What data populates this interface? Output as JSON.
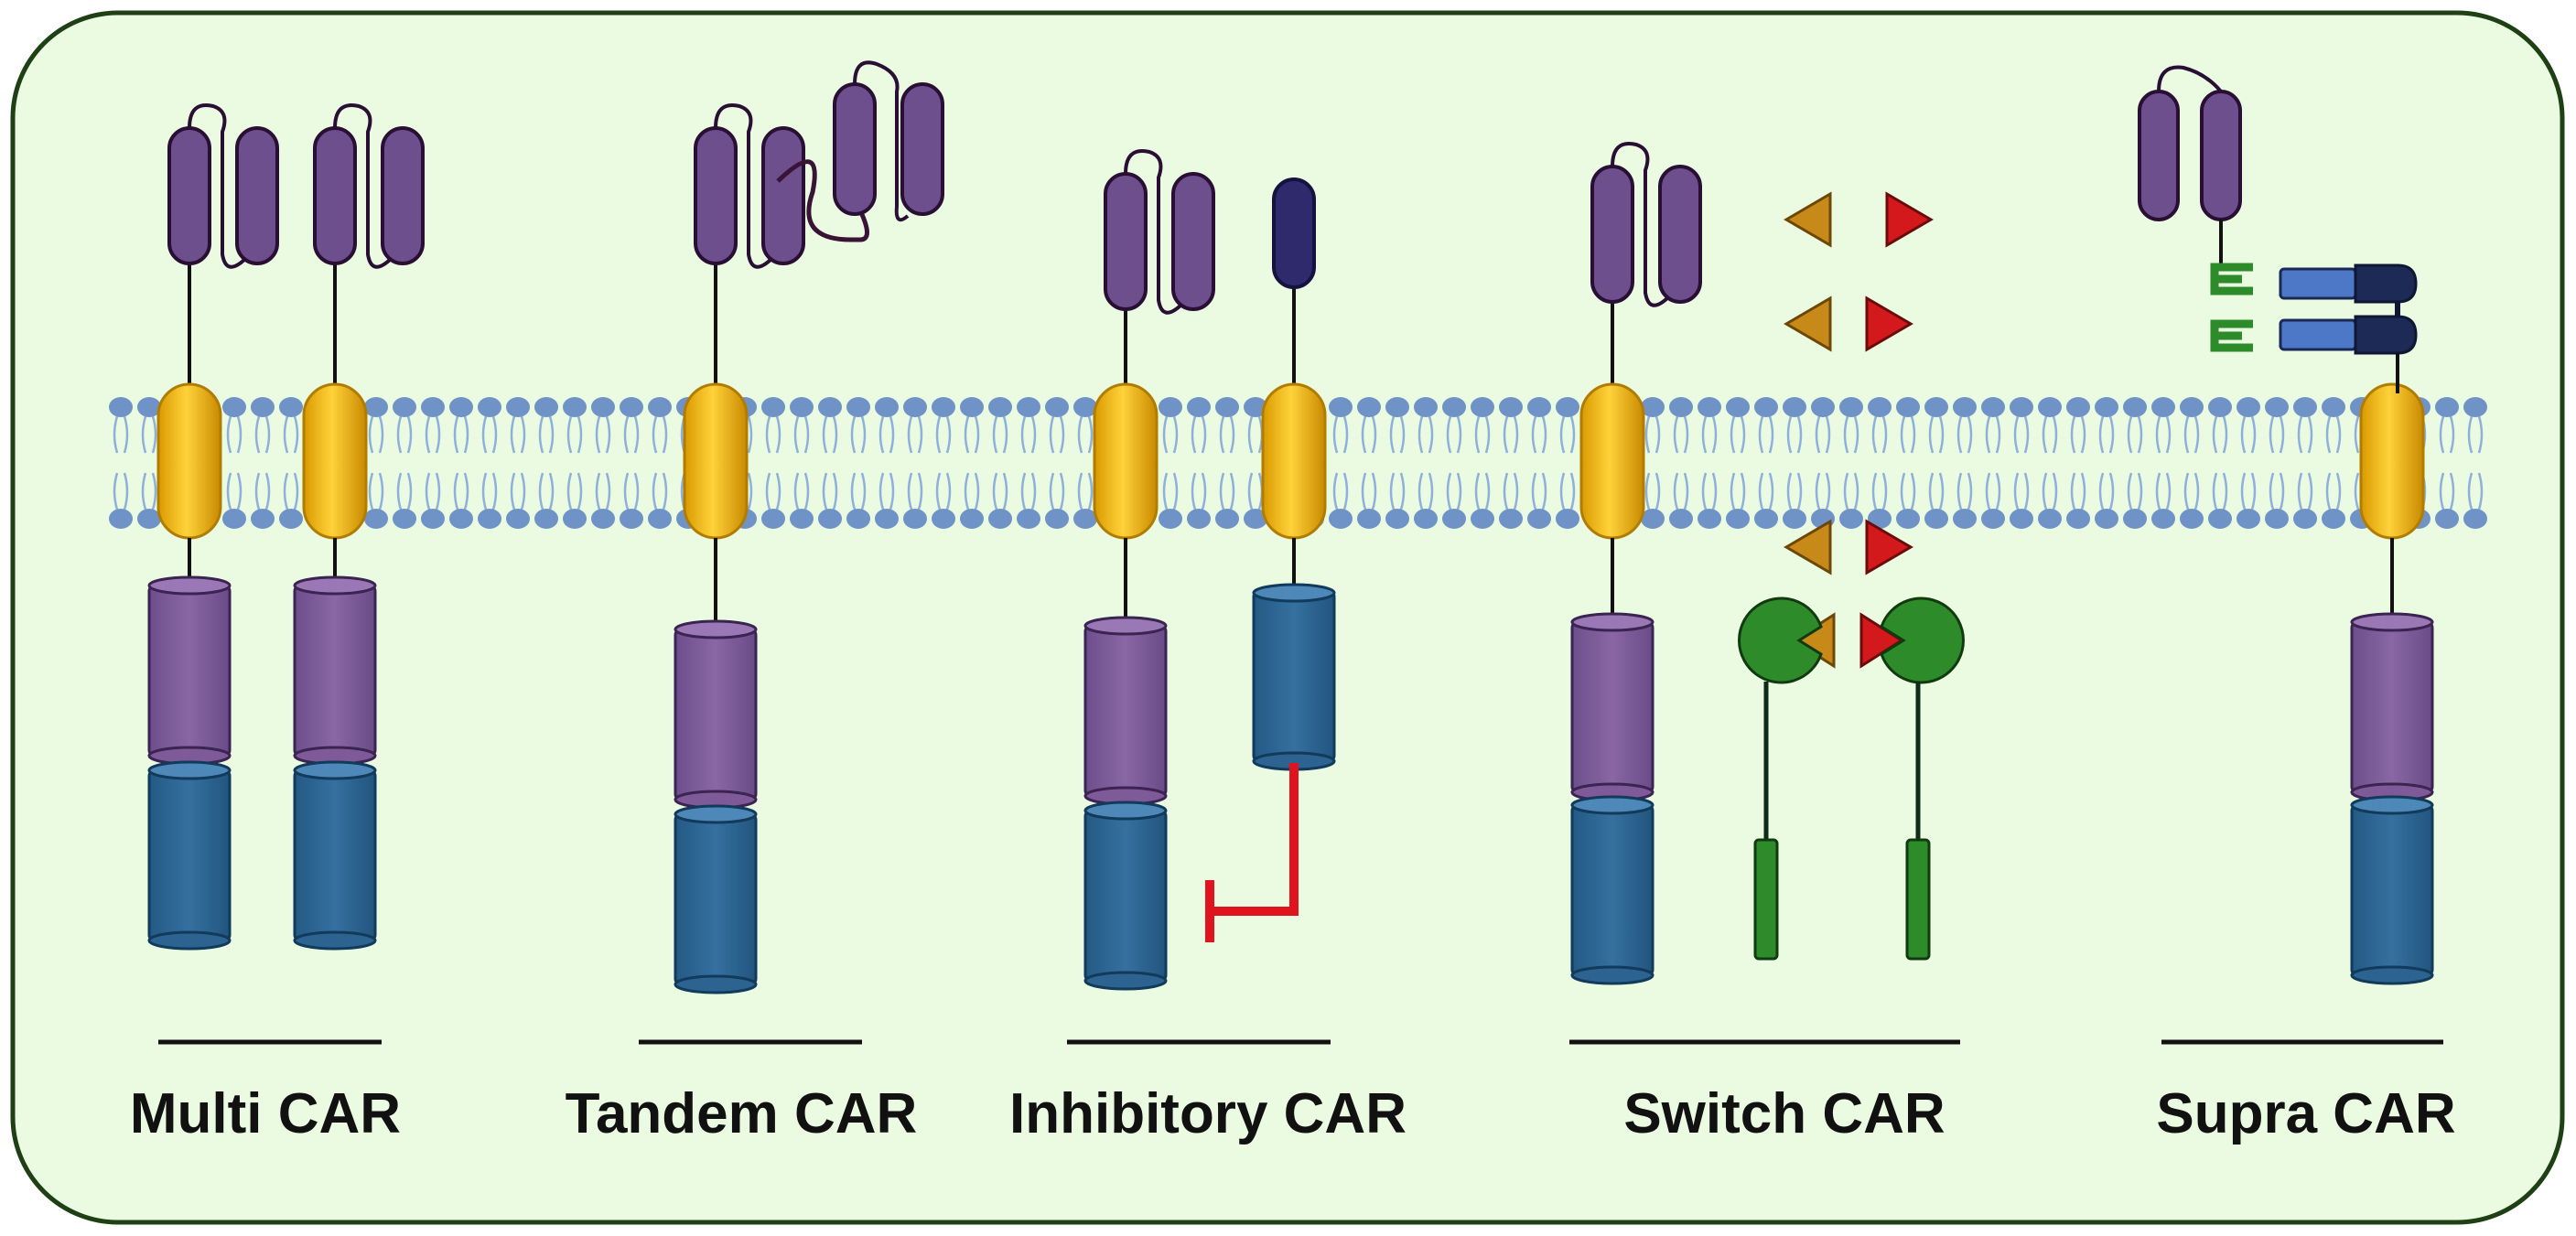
{
  "labels": {
    "multi": "Multi CAR",
    "tandem": "Tandem CAR",
    "inhibitory": "Inhibitory CAR",
    "switch": "Switch CAR",
    "supra": "Supra CAR"
  },
  "colors": {
    "panel_background": "#eafbe2",
    "panel_border": "#1f3f15",
    "membrane_head": "#6f93c7",
    "membrane_tail": "#8fb0dc",
    "transmembrane": "#f2bd14",
    "scfv_domain": "#6e4f8e",
    "costim_domain": "#7f5a98",
    "cd3z_domain": "#2d6390",
    "inhibition_arrow": "#e0141e",
    "switch_ligand_orange": "#c78a18",
    "switch_ligand_red": "#d3191c",
    "switch_receptor": "#2e8b2a",
    "dark_domain": "#2e2a6b"
  }
}
